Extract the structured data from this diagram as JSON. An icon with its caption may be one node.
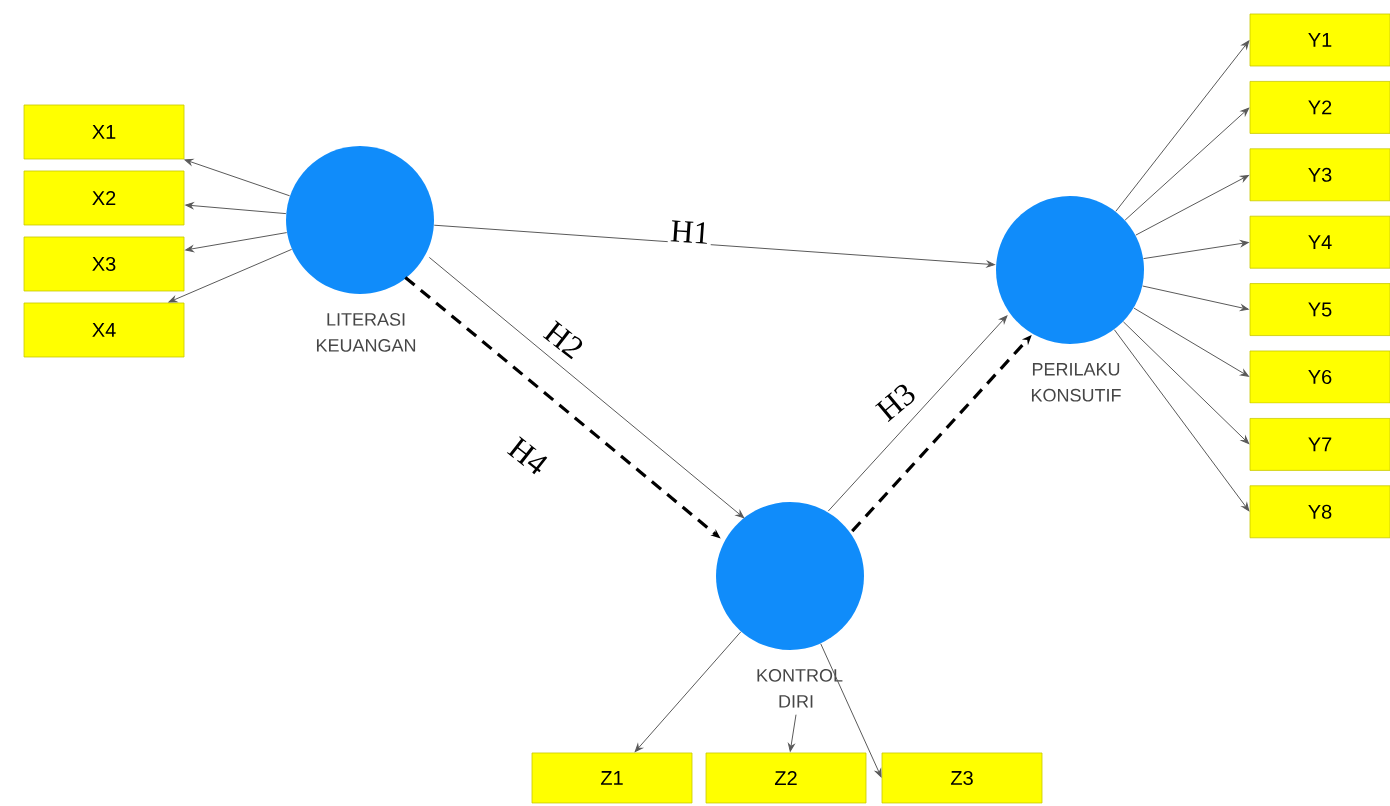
{
  "diagram": {
    "nodes": [
      {
        "text": [
          "LITERASI KEUANGAN"
        ]
      },
      {
        "text": [
          "PERILAKU KONSUTIF"
        ]
      },
      {
        "text": [
          "KONTROL DIRI"
        ]
      },
      {
        "text": [
          "X1"
        ]
      },
      {
        "text": [
          "X2"
        ]
      },
      {
        "text": [
          "X3"
        ]
      },
      {
        "text": [
          "X4"
        ]
      },
      {
        "text": [
          "Y1"
        ]
      },
      {
        "text": [
          "Y2"
        ]
      },
      {
        "text": [
          "Y3"
        ]
      },
      {
        "text": [
          "Y4"
        ]
      },
      {
        "text": [
          "Y5"
        ]
      },
      {
        "text": [
          "Y6"
        ]
      },
      {
        "text": [
          "Y7"
        ]
      },
      {
        "text": [
          "Y8"
        ]
      },
      {
        "text": [
          "Z1"
        ]
      },
      {
        "text": [
          "Z2"
        ]
      },
      {
        "text": [
          "Z3"
        ]
      }
    ],
    "edges": [
      {
        "from": 0,
        "to": 1,
        "arrow": "to",
        "label": "H1"
      },
      {
        "from": 0,
        "to": 2,
        "arrow": "to",
        "label": "H2"
      },
      {
        "from": 2,
        "to": 1,
        "arrow": "to",
        "label": "H3"
      },
      {
        "from": 0,
        "to": 2,
        "arrow": "to",
        "label": "H4",
        "style": "dashed"
      },
      {
        "from": 2,
        "to": 1,
        "arrow": "to",
        "style": "dashed"
      },
      {
        "from": 0,
        "to": 3,
        "arrow": "to"
      },
      {
        "from": 0,
        "to": 4,
        "arrow": "to"
      },
      {
        "from": 0,
        "to": 5,
        "arrow": "to"
      },
      {
        "from": 0,
        "to": 6,
        "arrow": "to"
      },
      {
        "from": 1,
        "to": 7,
        "arrow": "to"
      },
      {
        "from": 1,
        "to": 8,
        "arrow": "to"
      },
      {
        "from": 1,
        "to": 9,
        "arrow": "to"
      },
      {
        "from": 1,
        "to": 10,
        "arrow": "to"
      },
      {
        "from": 1,
        "to": 11,
        "arrow": "to"
      },
      {
        "from": 1,
        "to": 12,
        "arrow": "to"
      },
      {
        "from": 1,
        "to": 13,
        "arrow": "to"
      },
      {
        "from": 1,
        "to": 14,
        "arrow": "to"
      },
      {
        "from": 2,
        "to": 15,
        "arrow": "to"
      },
      {
        "from": 2,
        "to": 16,
        "arrow": "to"
      },
      {
        "from": 2,
        "to": 17,
        "arrow": "to"
      }
    ]
  }
}
